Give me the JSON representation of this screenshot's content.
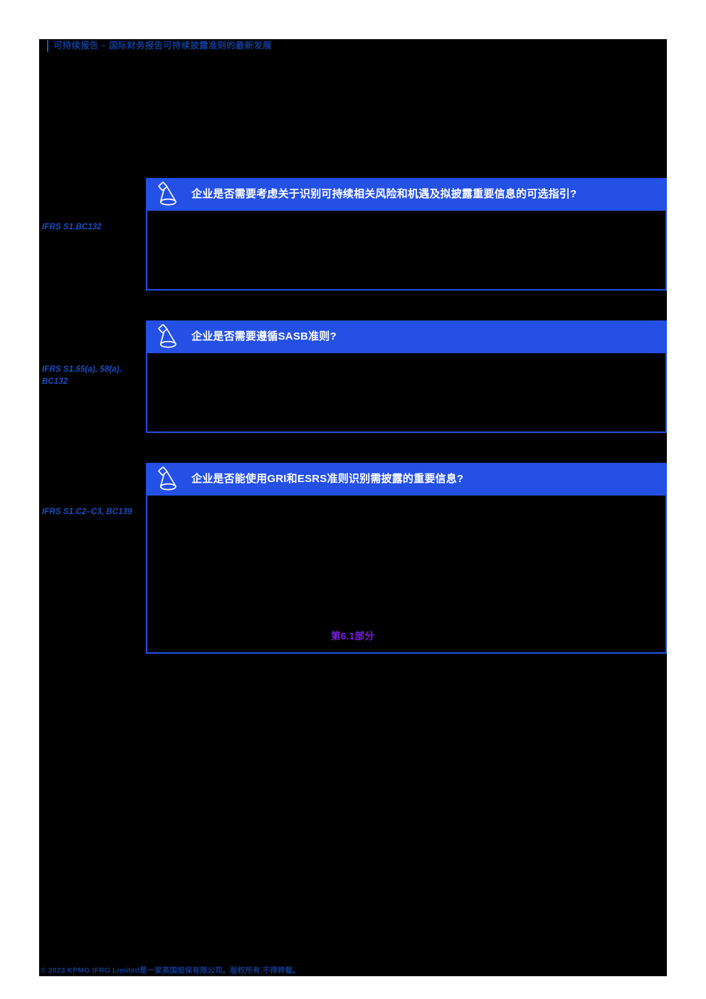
{
  "header": {
    "title": "可持续报告 – 国际财务报告可持续披露准则的最新发展",
    "rule_color": "#1b4fc4",
    "text_color": "#123a8f"
  },
  "theme": {
    "accent_blue": "#2450e6",
    "reference_blue": "#1b4fc4",
    "cross_reference_purple": "#7b1fe0",
    "canvas_black": "#000000",
    "page_white": "#ffffff"
  },
  "blocks": [
    {
      "icon": "desk-lamp-icon",
      "title": "企业是否需要考虑关于识别可持续相关风险和机遇及拟披露重要信息的可选指引?",
      "reference": "IFRS S1.BC132",
      "cross_reference": ""
    },
    {
      "icon": "desk-lamp-icon",
      "title": "企业是否需要遵循SASB准则?",
      "reference": "IFRS S1.55(a), 58(a), BC132",
      "cross_reference": ""
    },
    {
      "icon": "desk-lamp-icon",
      "title": "企业是否能使用GRI和ESRS准则识别需披露的重要信息?",
      "reference": "IFRS S1.C2–C3, BC139",
      "cross_reference": "第6.1部分"
    }
  ],
  "footer": {
    "copyright": "© 2023 KPMG IFRG Limited是一家英国担保有限公司。版权所有,不得转载。"
  }
}
